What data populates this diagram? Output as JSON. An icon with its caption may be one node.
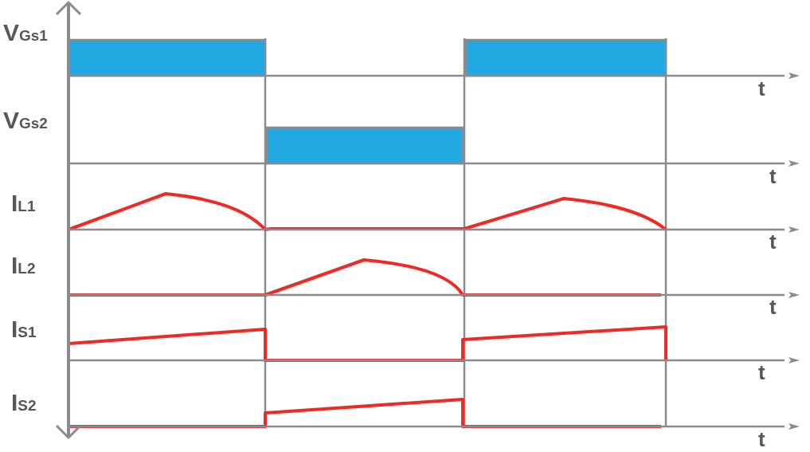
{
  "diagram": {
    "labels": [
      "V$_{Gs1}$",
      "t",
      "V$_{Gs2}$",
      "t",
      "I$_{L1}$",
      "t",
      "I$_{L2}$",
      "t",
      "I$_{S1}$",
      "t",
      "I$_{S2}$",
      "t"
    ]
  }
}
